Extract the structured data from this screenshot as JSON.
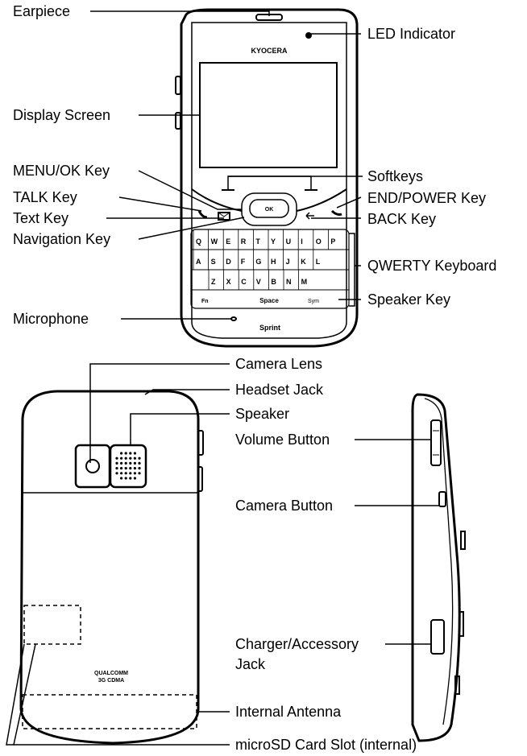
{
  "front_labels": {
    "earpiece": "Earpiece",
    "led_indicator": "LED Indicator",
    "display_screen": "Display Screen",
    "menu_ok_key": "MENU/OK Key",
    "softkeys": "Softkeys",
    "talk_key": "TALK Key",
    "end_power_key": "END/POWER Key",
    "text_key": "Text Key",
    "back_key": "BACK Key",
    "navigation_key": "Navigation Key",
    "qwerty_keyboard": "QWERTY Keyboard",
    "speaker_key": "Speaker Key",
    "microphone": "Microphone"
  },
  "back_labels": {
    "camera_lens": "Camera Lens",
    "headset_jack": "Headset Jack",
    "speaker": "Speaker",
    "internal_antenna": "Internal Antenna",
    "microsd_slot": "microSD Card Slot (internal)"
  },
  "side_labels": {
    "volume_button": "Volume Button",
    "camera_button": "Camera Button",
    "charger_line1": "Charger/Accessory",
    "charger_line2": "Jack"
  },
  "device_text": {
    "brand": "KYOCERA",
    "carrier": "Sprint",
    "ok": "OK",
    "space": "Space",
    "fn": "Fn",
    "sym": "Sym",
    "qualcomm_line1": "QUALCOMM",
    "qualcomm_line2": "3G CDMA"
  },
  "keyboard": {
    "row1": [
      "Q",
      "W",
      "E",
      "R",
      "T",
      "Y",
      "U",
      "I",
      "O",
      "P"
    ],
    "row2": [
      "A",
      "S",
      "D",
      "F",
      "G",
      "H",
      "J",
      "K",
      "L"
    ],
    "row3": [
      "Z",
      "X",
      "C",
      "V",
      "B",
      "N",
      "M"
    ]
  }
}
